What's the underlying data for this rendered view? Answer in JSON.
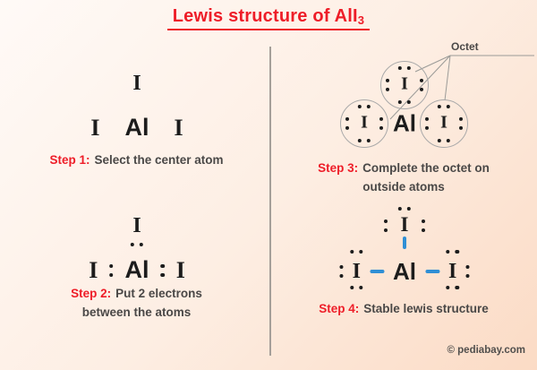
{
  "colors": {
    "accent-red": "#ee1d28",
    "text-dark": "#4a4847",
    "atom-black": "#1c1c1c",
    "bond-blue": "#2f8fd5",
    "line-gray": "#a59f99"
  },
  "title": {
    "text": "Lewis structure of AlI",
    "subscript": "3"
  },
  "atoms": {
    "iodine": "I",
    "aluminum": "Al"
  },
  "steps": [
    {
      "label": "Step 1:",
      "caption": "Select the center atom"
    },
    {
      "label": "Step 2:",
      "caption": "Put 2 electrons",
      "caption2": "between the atoms"
    },
    {
      "label": "Step 3:",
      "caption": "Complete the octet on",
      "caption2": "outside atoms"
    },
    {
      "label": "Step 4:",
      "caption": "Stable lewis structure"
    }
  ],
  "octet_label": "Octet",
  "watermark": "© pediabay.com"
}
